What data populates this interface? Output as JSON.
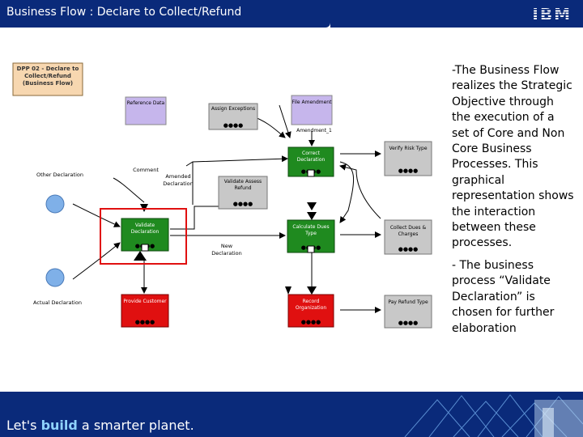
{
  "header": {
    "title": "Business Flow : Declare to Collect/Refund",
    "logo": "IBM"
  },
  "footer": {
    "slogan_prefix": "Let's ",
    "slogan_bold": "build",
    "slogan_suffix": " a smarter planet."
  },
  "diagram": {
    "frame_title": "DPP 02 - Declare to Collect/Refund (Business Flow)",
    "events": {
      "reference_data": "Reference Data",
      "file_amendment": "File Amendment",
      "other_declaration": "Other Declaration",
      "actual_declaration": "Actual Declaration",
      "amendment_1": "Amendment_1",
      "comment": "Comment",
      "amended_declaration": "Amended Declaration",
      "new_declaration": "New Declaration"
    },
    "processes": {
      "assign_exceptions": "Assign Exceptions",
      "correct_declaration": "Correct Declaration",
      "verify_risk": "Verify Risk Type",
      "validate_assess": "Validate Assess Refund",
      "validate_declaration": "Validate Declaration",
      "calculate_dues": "Calculate Dues Type",
      "collect_dues": "Collect Dues & Charges",
      "provide_customer": "Provide Customer",
      "record_organization": "Record Organization",
      "pay_refund": "Pay Refund Type"
    }
  },
  "explanation": {
    "p1": "-The Business Flow realizes the Strategic Objective through the execution of a set of Core and Non Core Business Processes. This graphical representation shows the interaction between these processes.",
    "p2": "- The business process “Validate Declaration” is chosen for further elaboration"
  },
  "colors": {
    "header_bg": "#0a2a7a",
    "core_green": "#1f8a1f",
    "core_red": "#e01010",
    "noncore_grey": "#c8c8c8",
    "event_blue": "#7fb0e8",
    "highlight": "#e01010",
    "frame_fill": "#f7d7b0",
    "data_purple": "#c6b6ec"
  }
}
